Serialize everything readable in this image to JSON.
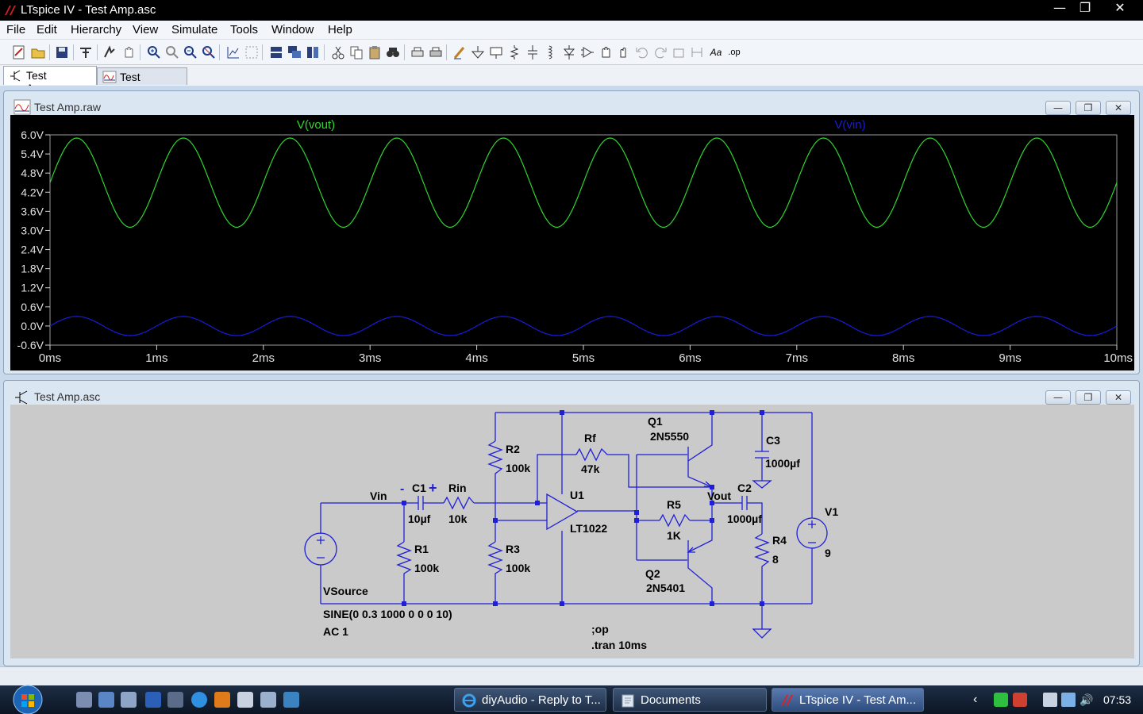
{
  "window": {
    "title": "LTspice IV - Test Amp.asc",
    "buttons": [
      "—",
      "❐",
      "✕"
    ]
  },
  "menu": [
    "File",
    "Edit",
    "Hierarchy",
    "View",
    "Simulate",
    "Tools",
    "Window",
    "Help"
  ],
  "tabs": [
    {
      "label": "Test Amp.asc",
      "active": true,
      "icon": "schematic-icon"
    },
    {
      "label": "Test Amp.raw",
      "active": false,
      "icon": "waveform-icon"
    }
  ],
  "waveform_window": {
    "title": "Test Amp.raw",
    "buttons": [
      "—",
      "❐",
      "✕"
    ]
  },
  "schematic_window": {
    "title": "Test Amp.asc",
    "buttons": [
      "—",
      "❐",
      "✕"
    ]
  },
  "chart_data": {
    "type": "line",
    "title": "",
    "xlabel": "",
    "ylabel": "",
    "xlim": [
      0,
      10
    ],
    "ylim": [
      -0.6,
      6.0
    ],
    "x_ticks": [
      "0ms",
      "1ms",
      "2ms",
      "3ms",
      "4ms",
      "5ms",
      "6ms",
      "7ms",
      "8ms",
      "9ms",
      "10ms"
    ],
    "y_ticks": [
      "6.0V",
      "5.4V",
      "4.8V",
      "4.2V",
      "3.6V",
      "3.0V",
      "2.4V",
      "1.8V",
      "1.2V",
      "0.6V",
      "0.0V",
      "-0.6V"
    ],
    "series": [
      {
        "name": "V(vout)",
        "color": "#2fd72f",
        "offset": 4.5,
        "amplitude": 1.4,
        "frequency_khz": 1.0,
        "phase_cycles": 0.0,
        "sign": 1
      },
      {
        "name": "V(vin)",
        "color": "#1a1adc",
        "offset": 0.0,
        "amplitude": 0.3,
        "frequency_khz": 1.0,
        "phase_cycles": 0.0,
        "sign": 1
      }
    ]
  },
  "schematic": {
    "labels": {
      "vin": "Vin",
      "vout": "Vout",
      "c1": "C1",
      "c1_val": "10µf",
      "c1_minus": "-",
      "c1_plus": "+",
      "rin": "Rin",
      "rin_val": "10k",
      "r1": "R1",
      "r1_val": "100k",
      "r2": "R2",
      "r2_val": "100k",
      "r3": "R3",
      "r3_val": "100k",
      "rf": "Rf",
      "rf_val": "47k",
      "u1": "U1",
      "u1_val": "LT1022",
      "q1": "Q1",
      "q1_val": "2N5550",
      "q2": "Q2",
      "q2_val": "2N5401",
      "r5": "R5",
      "r5_val": "1K",
      "c2": "C2",
      "c2_val": "1000µf",
      "c3": "C3",
      "c3_val": "1000µf",
      "r4": "R4",
      "r4_val": "8",
      "v1": "V1",
      "v1_val": "9",
      "vsource": "VSource",
      "sine": "SINE(0 0.3 1000 0 0 0 10)",
      "ac": "AC 1",
      "op": ";op",
      "tran": ".tran 10ms"
    }
  },
  "taskbar": {
    "tasks": [
      {
        "label": "diyAudio - Reply to T...",
        "icon": "ie-icon"
      },
      {
        "label": "Documents",
        "icon": "folder-icon"
      },
      {
        "label": "LTspice IV - Test Am...",
        "icon": "ltspice-icon"
      }
    ],
    "clock": "07:53"
  }
}
